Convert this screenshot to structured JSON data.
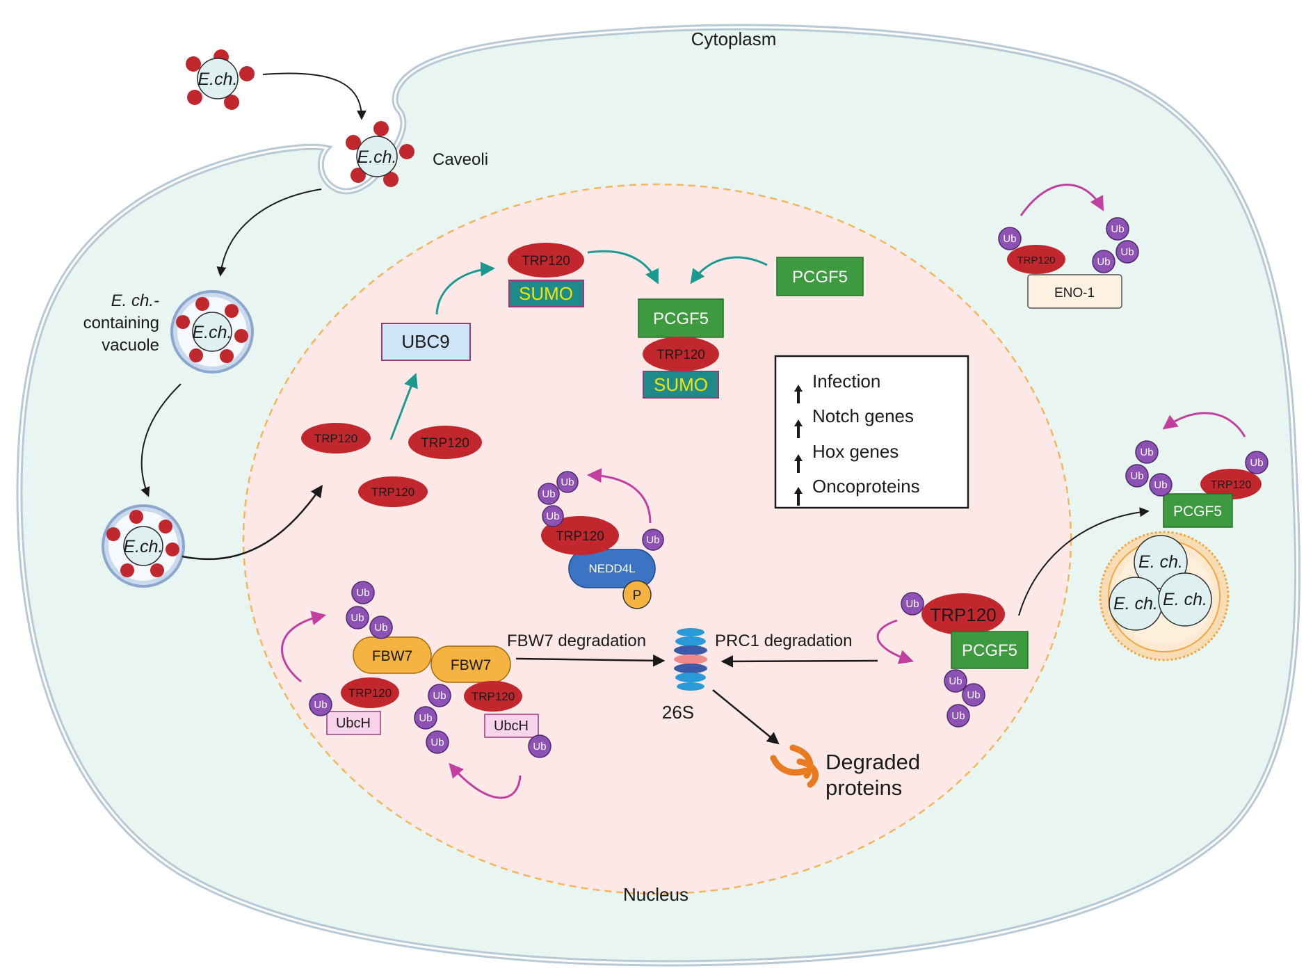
{
  "labels": {
    "cytoplasm": "Cytoplasm",
    "nucleus": "Nucleus",
    "caveoli": "Caveoli",
    "vacuole_line1": "E. ch.-",
    "vacuole_line2": "containing",
    "vacuole_line3": "vacuole",
    "ech": "E.ch.",
    "ech_spaced": "E. ch.",
    "trp120": "TRP120",
    "ubc9": "UBC9",
    "sumo": "SUMO",
    "pcgf5": "PCGF5",
    "eno1": "ENO-1",
    "nedd4l": "NEDD4L",
    "p": "P",
    "fbw7": "FBW7",
    "ubch": "UbcH",
    "ub": "Ub",
    "fbw7_degradation": "FBW7 degradation",
    "prc1_degradation": "PRC1 degradation",
    "proteasome": "26S",
    "degraded_line1": "Degraded",
    "degraded_line2": "proteins"
  },
  "legend": {
    "items": [
      "Infection",
      "Notch genes",
      "Hox genes",
      "Oncoproteins"
    ]
  },
  "colors": {
    "cytoplasm": "#e8f5f1",
    "nucleus": "#fde8e8",
    "trp120": "#c1272d",
    "ub": "#8e52b5",
    "pcgf5": "#3e9a3e",
    "sumo": "#1f8a8a",
    "ubc9": "#cfe4f7",
    "fbw7": "#f5b342",
    "nedd4l": "#3b74c2",
    "teal_arrow": "#1a9a8e",
    "magenta_arrow": "#c23fa0"
  }
}
